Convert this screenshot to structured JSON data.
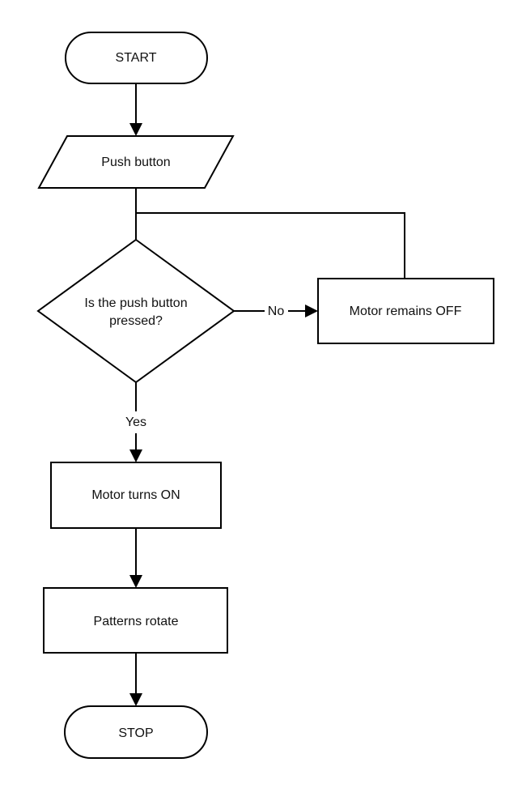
{
  "diagram": {
    "nodes": {
      "start": {
        "label": "START"
      },
      "push_button": {
        "label": "Push button"
      },
      "decision": {
        "line1": "Is the push button",
        "line2": "pressed?"
      },
      "motor_off": {
        "label": "Motor remains OFF"
      },
      "motor_on": {
        "label": "Motor turns ON"
      },
      "patterns": {
        "label": "Patterns rotate"
      },
      "stop": {
        "label": "STOP"
      }
    },
    "edges": {
      "no_label": "No",
      "yes_label": "Yes"
    }
  }
}
